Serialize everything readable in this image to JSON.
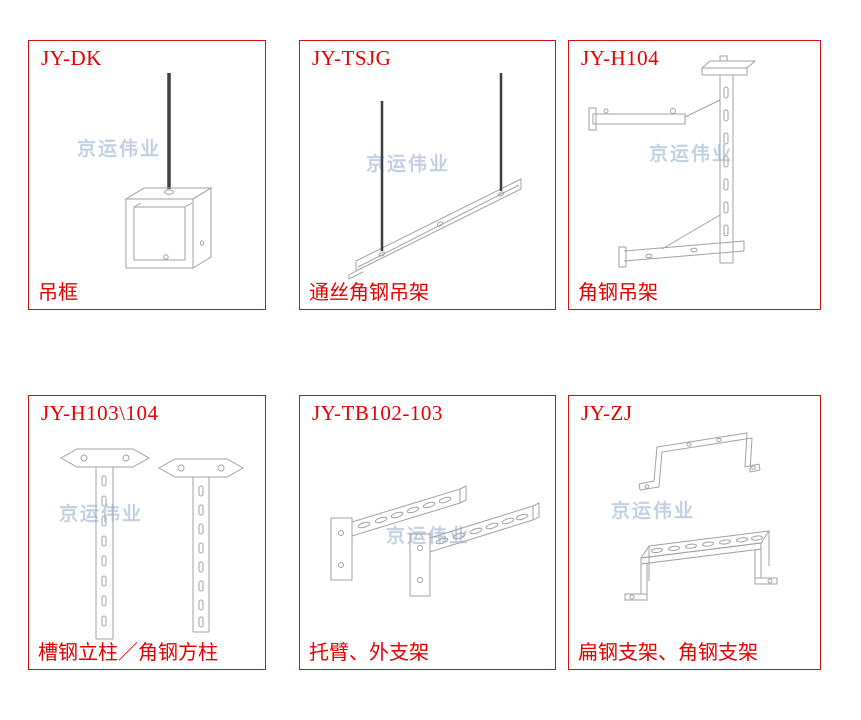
{
  "watermark_text": "京运伟业",
  "colors": {
    "panel_border_red": "#d40f0f",
    "label_red": "#e80000",
    "drawing_gray": "#a2a2a2",
    "rod_dark": "#3f3f3f",
    "watermark_blue": "#b9c8dd",
    "background": "#ffffff"
  },
  "panels": [
    {
      "code": "JY-DK",
      "name": "吊框",
      "drawing": "hanging-frame"
    },
    {
      "code": "JY-TSJG",
      "name": "通丝角钢吊架",
      "drawing": "threaded-rod-angle-hanger"
    },
    {
      "code": "JY-H104",
      "name": "角钢吊架",
      "drawing": "angle-steel-hanger"
    },
    {
      "code": "JY-H103\\104",
      "name": "槽钢立柱／角钢方柱",
      "drawing": "channel-and-angle-columns"
    },
    {
      "code": "JY-TB102-103",
      "name": "托臂、外支架",
      "drawing": "cantilever-arm-brackets"
    },
    {
      "code": "JY-ZJ",
      "name": "扁钢支架、角钢支架",
      "drawing": "flat-steel-brackets"
    }
  ]
}
